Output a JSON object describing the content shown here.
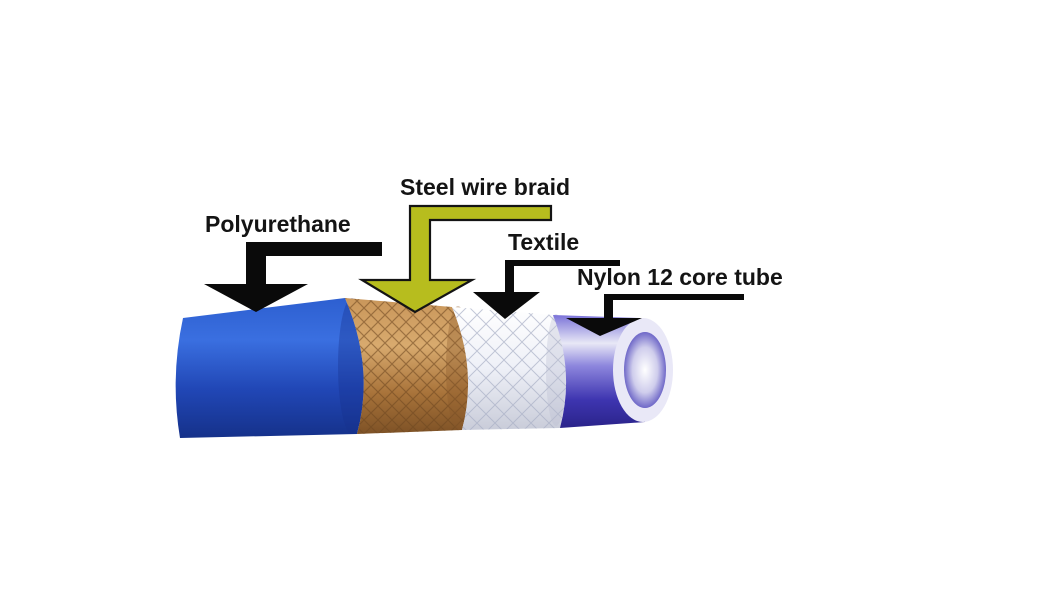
{
  "diagram": {
    "layers": [
      {
        "id": "polyurethane",
        "label": "Polyurethane",
        "color": "#2046b8",
        "arrow_color": "#0a0a0a"
      },
      {
        "id": "steel-wire-braid",
        "label": "Steel wire braid",
        "color": "#b07a3e",
        "arrow_color": "#b7bd1e"
      },
      {
        "id": "textile",
        "label": "Textile",
        "color": "#f2f4fa",
        "arrow_color": "#0a0a0a"
      },
      {
        "id": "nylon-core",
        "label": "Nylon 12 core tube",
        "color": "#5b50c9",
        "arrow_color": "#0a0a0a"
      }
    ]
  }
}
